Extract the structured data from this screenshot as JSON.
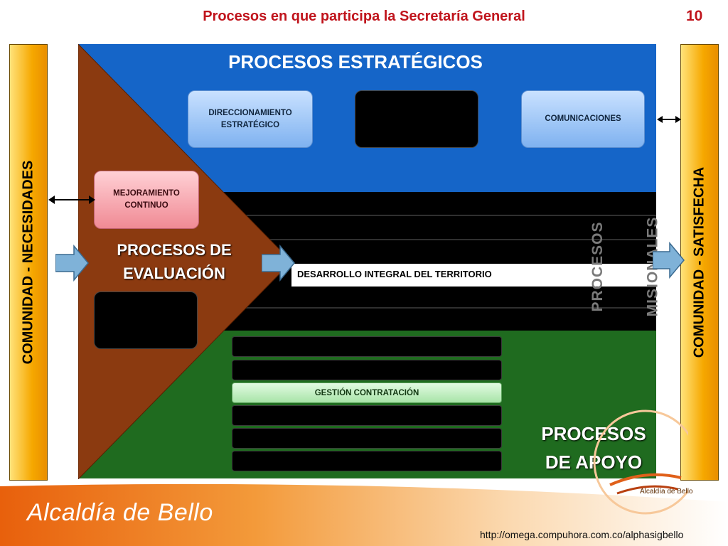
{
  "title": "Procesos en que participa la Secretaría General",
  "page_number": "10",
  "left_bar": {
    "label": "COMUNIDAD - NECESIDADES"
  },
  "right_bar": {
    "label": "COMUNIDAD - SATISFECHA"
  },
  "strategic": {
    "title": "PROCESOS ESTRATÉGICOS",
    "boxes": [
      "DIRECCIONAMIENTO ESTRATÉGICO",
      "",
      "COMUNICACIONES"
    ]
  },
  "evaluation": {
    "title_line1": "PROCESOS DE",
    "title_line2": "EVALUACIÓN",
    "boxes": [
      "MEJORAMIENTO CONTINUO",
      ""
    ]
  },
  "missional": {
    "label_line1": "PROCESOS",
    "label_line2": "MISIONALES",
    "highlighted_row": "DESARROLLO INTEGRAL DEL TERRITORIO"
  },
  "support": {
    "title_line1": "PROCESOS",
    "title_line2": "DE APOYO",
    "highlighted_row": "GESTIÓN CONTRATACIÓN"
  },
  "footer": {
    "brand": "Alcaldía de Bello",
    "logo_caption": "Alcaldía de Bello",
    "url": "http://omega.compuhora.com.co/alphasigbello"
  },
  "colors": {
    "strategic_band": "#1565c8",
    "missional_band": "#000000",
    "support_band": "#1f6b1f",
    "evaluation_triangle": "#8b3a10",
    "side_bars": "#f6a800",
    "title_text": "#c0141c"
  }
}
